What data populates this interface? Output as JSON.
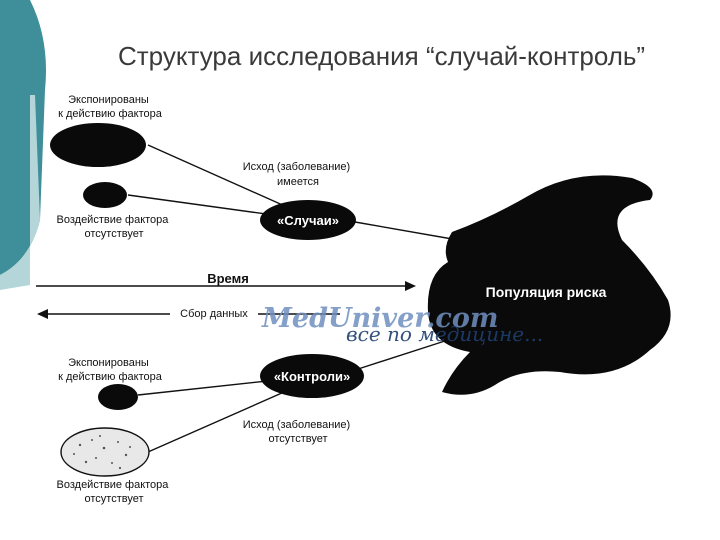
{
  "slide": {
    "title": "Структура исследования “случай-контроль”"
  },
  "diagram": {
    "exposed_top": [
      "Экспонированы",
      "к действию фактора"
    ],
    "outcome_present": [
      "Исход (заболевание)",
      "имеется"
    ],
    "unexposed_top": [
      "Воздействие фактора",
      "отсутствует"
    ],
    "cases": "«Случаи»",
    "time": "Время",
    "data_collection": "Сбор данных",
    "population": "Популяция риска",
    "exposed_bottom": [
      "Экспонированы",
      "к действию фактора"
    ],
    "controls": "«Контроли»",
    "outcome_absent": [
      "Исход (заболевание)",
      "отсутствует"
    ],
    "unexposed_bottom": [
      "Воздействие фактора",
      "отсутствует"
    ]
  },
  "watermark": {
    "site": "MedUniver.com",
    "tagline": "все по медицине..."
  },
  "colors": {
    "accent_teal": "#3f8f9a",
    "accent_light": "#b5d6d9",
    "title": "#3a3a3a",
    "ink": "#111111"
  }
}
